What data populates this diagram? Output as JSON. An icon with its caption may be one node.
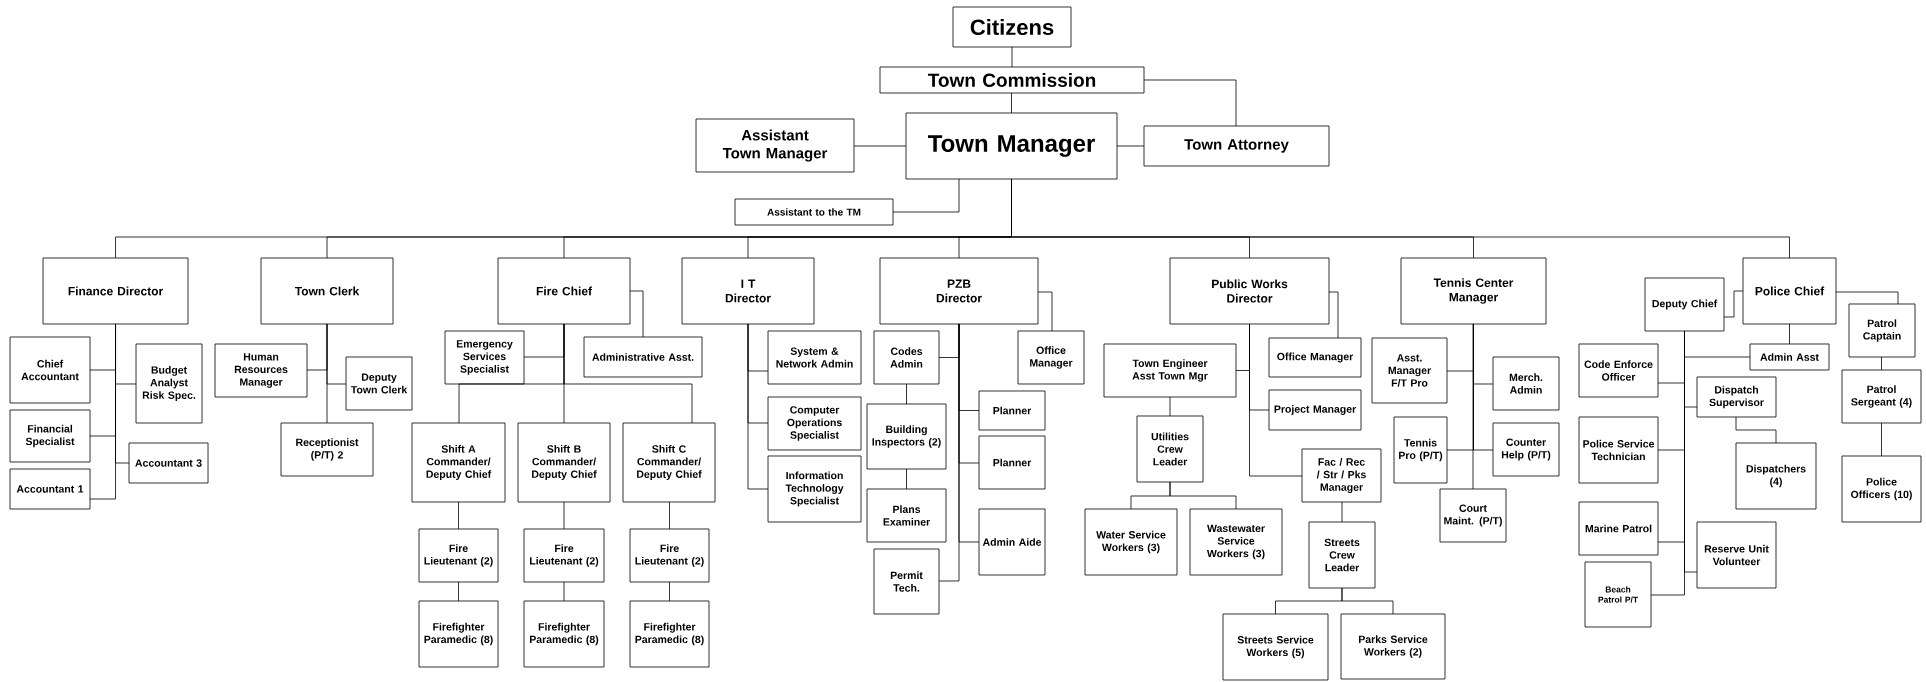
{
  "diagram": {
    "nodes": [
      {
        "text": [
          "Citizens"
        ]
      },
      {
        "text": [
          "Town Commission"
        ]
      },
      {
        "text": [
          "Assistant Town Manager"
        ]
      },
      {
        "text": [
          "Town Manager"
        ]
      },
      {
        "text": [
          "Town Attorney"
        ]
      },
      {
        "text": [
          "Assistant to the TM"
        ]
      },
      {
        "text": [
          "Finance Director"
        ]
      },
      {
        "text": [
          "Town Clerk"
        ]
      },
      {
        "text": [
          "Fire Chief"
        ]
      },
      {
        "text": [
          "I T Director"
        ]
      },
      {
        "text": [
          "PZB Director"
        ]
      },
      {
        "text": [
          "Public Works Director"
        ]
      },
      {
        "text": [
          "Tennis Center Manager"
        ]
      },
      {
        "text": [
          "Deputy Chief"
        ]
      },
      {
        "text": [
          "Police Chief"
        ]
      },
      {
        "text": [
          "Chief Accountant"
        ]
      },
      {
        "text": [
          "Budget Analyst Risk Spec."
        ]
      },
      {
        "text": [
          "Financial Specialist"
        ]
      },
      {
        "text": [
          "Accountant 3"
        ]
      },
      {
        "text": [
          "Accountant 1"
        ]
      },
      {
        "text": [
          "Human Resources Manager"
        ]
      },
      {
        "text": [
          "Deputy Town Clerk"
        ]
      },
      {
        "text": [
          "Receptionist (P/T) 2"
        ]
      },
      {
        "text": [
          "Emergency Services Specialist"
        ]
      },
      {
        "text": [
          "Administrative Asst."
        ]
      },
      {
        "text": [
          "Shift A Commander/ Deputy Chief"
        ]
      },
      {
        "text": [
          "Shift B Commander/ Deputy Chief"
        ]
      },
      {
        "text": [
          "Shift C Commander/ Deputy Chief"
        ]
      },
      {
        "text": [
          "Fire Lieutenant (2)"
        ]
      },
      {
        "text": [
          "Fire Lieutenant (2)"
        ]
      },
      {
        "text": [
          "Fire Lieutenant (2)"
        ]
      },
      {
        "text": [
          "Firefighter Paramedic (8)"
        ]
      },
      {
        "text": [
          "Firefighter Paramedic (8)"
        ]
      },
      {
        "text": [
          "Firefighter Paramedic (8)"
        ]
      },
      {
        "text": [
          "System & Network Admin"
        ]
      },
      {
        "text": [
          "Computer Operations Specialist"
        ]
      },
      {
        "text": [
          "Information Technology Specialist"
        ]
      },
      {
        "text": [
          "Codes Admin"
        ]
      },
      {
        "text": [
          "Office Manager"
        ]
      },
      {
        "text": [
          "Planner"
        ]
      },
      {
        "text": [
          "Building Inspectors (2)"
        ]
      },
      {
        "text": [
          "Planner"
        ]
      },
      {
        "text": [
          "Plans Examiner"
        ]
      },
      {
        "text": [
          "Admin Aide"
        ]
      },
      {
        "text": [
          "Permit Tech."
        ]
      },
      {
        "text": [
          "Town Engineer Asst Town Mgr"
        ]
      },
      {
        "text": [
          "Office Manager"
        ]
      },
      {
        "text": [
          "Project Manager"
        ]
      },
      {
        "text": [
          "Utilities Crew Leader"
        ]
      },
      {
        "text": [
          "Fac / Rec / Str / Pks Manager"
        ]
      },
      {
        "text": [
          "Water Service Workers (3)"
        ]
      },
      {
        "text": [
          "Wastewater Service Workers (3)"
        ]
      },
      {
        "text": [
          "Streets Crew Leader"
        ]
      },
      {
        "text": [
          "Streets Service Workers (5)"
        ]
      },
      {
        "text": [
          "Parks Service Workers (2)"
        ]
      },
      {
        "text": [
          "Asst. Manager F/T Pro"
        ]
      },
      {
        "text": [
          "Merch. Admin"
        ]
      },
      {
        "text": [
          "Tennis Pro (P/T)"
        ]
      },
      {
        "text": [
          "Counter Help (P/T)"
        ]
      },
      {
        "text": [
          "Court Maint. (P/T)"
        ]
      },
      {
        "text": [
          "Admin Asst"
        ]
      },
      {
        "text": [
          "Patrol Captain"
        ]
      },
      {
        "text": [
          "Code Enforce Officer"
        ]
      },
      {
        "text": [
          "Dispatch Supervisor"
        ]
      },
      {
        "text": [
          "Patrol Sergeant (4)"
        ]
      },
      {
        "text": [
          "Police Service Technician"
        ]
      },
      {
        "text": [
          "Dispatchers (4)"
        ]
      },
      {
        "text": [
          "Police Officers (10)"
        ]
      },
      {
        "text": [
          "Marine Patrol"
        ]
      },
      {
        "text": [
          "Reserve Unit Volunteer"
        ]
      },
      {
        "text": [
          "Beach Patrol P/T"
        ]
      }
    ],
    "edges": [
      {
        "from": 0,
        "to": 1,
        "arrow": "none"
      },
      {
        "from": 1,
        "to": 3,
        "arrow": "none"
      },
      {
        "from": 1,
        "to": 4,
        "arrow": "none"
      },
      {
        "from": 3,
        "to": 2,
        "arrow": "none"
      },
      {
        "from": 3,
        "to": 4,
        "arrow": "none"
      },
      {
        "from": 3,
        "to": 5,
        "arrow": "none"
      },
      {
        "from": 3,
        "to": 6,
        "arrow": "none"
      },
      {
        "from": 3,
        "to": 7,
        "arrow": "none"
      },
      {
        "from": 3,
        "to": 8,
        "arrow": "none"
      },
      {
        "from": 3,
        "to": 9,
        "arrow": "none"
      },
      {
        "from": 3,
        "to": 10,
        "arrow": "none"
      },
      {
        "from": 3,
        "to": 11,
        "arrow": "none"
      },
      {
        "from": 3,
        "to": 12,
        "arrow": "none"
      },
      {
        "from": 3,
        "to": 14,
        "arrow": "none"
      },
      {
        "from": 13,
        "to": 14,
        "arrow": "none"
      },
      {
        "from": 6,
        "to": 15,
        "arrow": "none"
      },
      {
        "from": 6,
        "to": 16,
        "arrow": "none"
      },
      {
        "from": 6,
        "to": 17,
        "arrow": "none"
      },
      {
        "from": 6,
        "to": 18,
        "arrow": "none"
      },
      {
        "from": 6,
        "to": 19,
        "arrow": "none"
      },
      {
        "from": 7,
        "to": 20,
        "arrow": "none"
      },
      {
        "from": 7,
        "to": 21,
        "arrow": "none"
      },
      {
        "from": 7,
        "to": 22,
        "arrow": "none"
      },
      {
        "from": 8,
        "to": 23,
        "arrow": "none"
      },
      {
        "from": 8,
        "to": 24,
        "arrow": "none"
      },
      {
        "from": 8,
        "to": 25,
        "arrow": "none"
      },
      {
        "from": 8,
        "to": 26,
        "arrow": "none"
      },
      {
        "from": 8,
        "to": 27,
        "arrow": "none"
      },
      {
        "from": 25,
        "to": 28,
        "arrow": "none"
      },
      {
        "from": 26,
        "to": 29,
        "arrow": "none"
      },
      {
        "from": 27,
        "to": 30,
        "arrow": "none"
      },
      {
        "from": 28,
        "to": 31,
        "arrow": "none"
      },
      {
        "from": 29,
        "to": 32,
        "arrow": "none"
      },
      {
        "from": 30,
        "to": 33,
        "arrow": "none"
      },
      {
        "from": 9,
        "to": 34,
        "arrow": "none"
      },
      {
        "from": 9,
        "to": 35,
        "arrow": "none"
      },
      {
        "from": 9,
        "to": 36,
        "arrow": "none"
      },
      {
        "from": 10,
        "to": 37,
        "arrow": "none"
      },
      {
        "from": 10,
        "to": 38,
        "arrow": "none"
      },
      {
        "from": 10,
        "to": 39,
        "arrow": "none"
      },
      {
        "from": 37,
        "to": 40,
        "arrow": "none"
      },
      {
        "from": 10,
        "to": 41,
        "arrow": "none"
      },
      {
        "from": 40,
        "to": 42,
        "arrow": "none"
      },
      {
        "from": 10,
        "to": 43,
        "arrow": "none"
      },
      {
        "from": 10,
        "to": 44,
        "arrow": "none"
      },
      {
        "from": 11,
        "to": 45,
        "arrow": "none"
      },
      {
        "from": 11,
        "to": 46,
        "arrow": "none"
      },
      {
        "from": 11,
        "to": 47,
        "arrow": "none"
      },
      {
        "from": 45,
        "to": 48,
        "arrow": "none"
      },
      {
        "from": 11,
        "to": 49,
        "arrow": "none"
      },
      {
        "from": 48,
        "to": 50,
        "arrow": "none"
      },
      {
        "from": 48,
        "to": 51,
        "arrow": "none"
      },
      {
        "from": 49,
        "to": 52,
        "arrow": "none"
      },
      {
        "from": 52,
        "to": 53,
        "arrow": "none"
      },
      {
        "from": 52,
        "to": 54,
        "arrow": "none"
      },
      {
        "from": 12,
        "to": 55,
        "arrow": "none"
      },
      {
        "from": 12,
        "to": 56,
        "arrow": "none"
      },
      {
        "from": 12,
        "to": 57,
        "arrow": "none"
      },
      {
        "from": 12,
        "to": 58,
        "arrow": "none"
      },
      {
        "from": 12,
        "to": 59,
        "arrow": "none"
      },
      {
        "from": 14,
        "to": 60,
        "arrow": "none"
      },
      {
        "from": 14,
        "to": 61,
        "arrow": "none"
      },
      {
        "from": 13,
        "to": 60,
        "arrow": "none"
      },
      {
        "from": 13,
        "to": 62,
        "arrow": "none"
      },
      {
        "from": 13,
        "to": 63,
        "arrow": "none"
      },
      {
        "from": 61,
        "to": 64,
        "arrow": "none"
      },
      {
        "from": 13,
        "to": 65,
        "arrow": "none"
      },
      {
        "from": 63,
        "to": 66,
        "arrow": "none"
      },
      {
        "from": 64,
        "to": 67,
        "arrow": "none"
      },
      {
        "from": 13,
        "to": 68,
        "arrow": "none"
      },
      {
        "from": 13,
        "to": 69,
        "arrow": "none"
      },
      {
        "from": 13,
        "to": 70,
        "arrow": "none"
      }
    ]
  }
}
